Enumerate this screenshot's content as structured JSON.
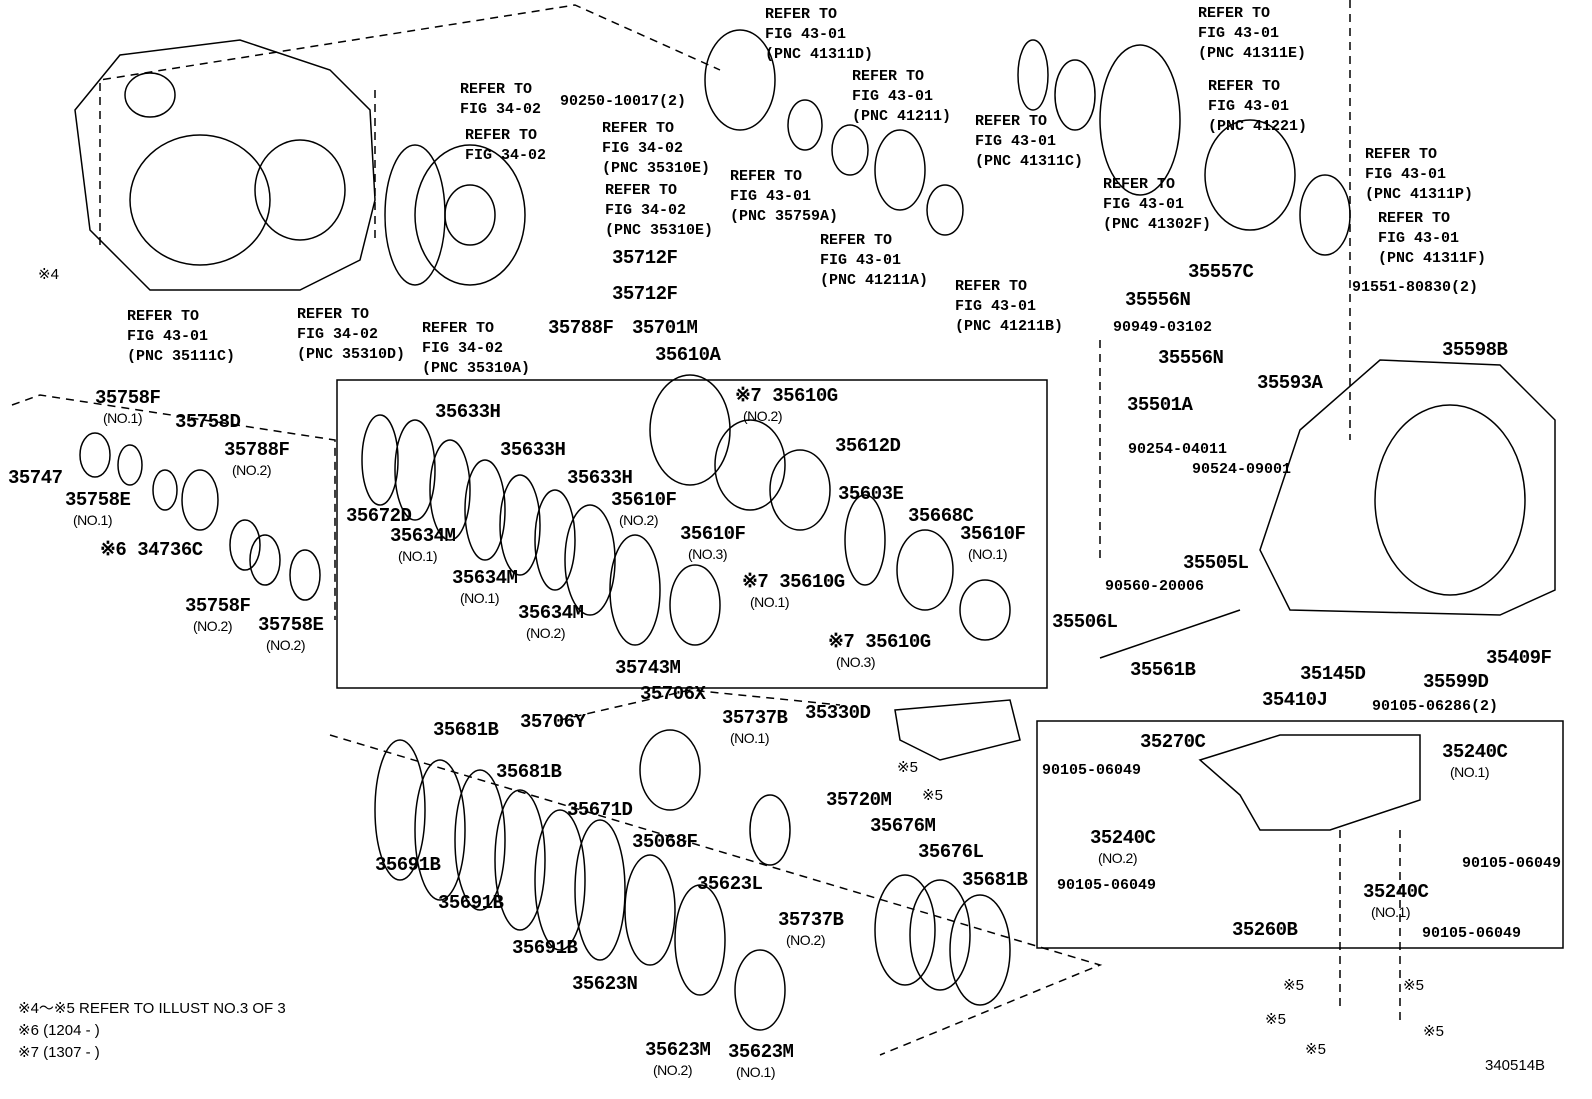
{
  "callouts": [
    {
      "lines": [
        "REFER TO",
        "FIG 34-02"
      ]
    },
    {
      "lines": [
        "REFER TO",
        "FIG 34-02"
      ]
    },
    {
      "lines": [
        "90250-10017(2)"
      ]
    },
    {
      "lines": [
        "REFER TO",
        "FIG 43-01",
        "(PNC 41311D)"
      ]
    },
    {
      "lines": [
        "REFER TO",
        "FIG 43-01",
        "(PNC 41211)"
      ]
    },
    {
      "lines": [
        "REFER TO",
        "FIG 34-02",
        "(PNC 35310E)"
      ]
    },
    {
      "lines": [
        "REFER TO",
        "FIG 34-02",
        "(PNC 35310E)"
      ]
    },
    {
      "lines": [
        "REFER TO",
        "FIG 43-01",
        "(PNC 35759A)"
      ]
    },
    {
      "lines": [
        "REFER TO",
        "FIG 43-01",
        "(PNC 41211A)"
      ]
    },
    {
      "lines": [
        "REFER TO",
        "FIG 43-01",
        "(PNC 41211B)"
      ]
    },
    {
      "lines": [
        "REFER TO",
        "FIG 43-01",
        "(PNC 35111C)"
      ]
    },
    {
      "lines": [
        "REFER TO",
        "FIG 34-02",
        "(PNC 35310D)"
      ]
    },
    {
      "lines": [
        "REFER TO",
        "FIG 34-02",
        "(PNC 35310A)"
      ]
    },
    {
      "lines": [
        "REFER TO",
        "FIG 43-01",
        "(PNC 41311E)"
      ]
    },
    {
      "lines": [
        "REFER TO",
        "FIG 43-01",
        "(PNC 41221)"
      ]
    },
    {
      "lines": [
        "REFER TO",
        "FIG 43-01",
        "(PNC 41311C)"
      ]
    },
    {
      "lines": [
        "REFER TO",
        "FIG 43-01",
        "(PNC 41302F)"
      ]
    },
    {
      "lines": [
        "REFER TO",
        "FIG 43-01",
        "(PNC 41311P)"
      ]
    },
    {
      "lines": [
        "REFER TO",
        "FIG 43-01",
        "(PNC 41311F)"
      ]
    },
    {
      "lines": [
        "91551-80830(2)"
      ]
    },
    {
      "lines": [
        "90949-03102"
      ]
    },
    {
      "lines": [
        "90254-04011"
      ]
    },
    {
      "lines": [
        "90524-09001"
      ]
    },
    {
      "lines": [
        "90560-20006"
      ]
    },
    {
      "lines": [
        "90105-06286(2)"
      ]
    },
    {
      "lines": [
        "90105-06049"
      ]
    },
    {
      "lines": [
        "90105-06049"
      ]
    },
    {
      "lines": [
        "90105-06049"
      ]
    },
    {
      "lines": [
        "90105-06049"
      ]
    },
    {
      "lines": [
        "35712F"
      ]
    },
    {
      "lines": [
        "35712F"
      ]
    },
    {
      "lines": [
        "35788F"
      ]
    },
    {
      "lines": [
        "35701M"
      ]
    },
    {
      "lines": [
        "35557C"
      ]
    },
    {
      "lines": [
        "35556N"
      ]
    },
    {
      "lines": [
        "35556N"
      ]
    },
    {
      "lines": [
        "35598B"
      ]
    },
    {
      "lines": [
        "35501A"
      ]
    },
    {
      "lines": [
        "35593A"
      ]
    },
    {
      "lines": [
        "35505L"
      ]
    },
    {
      "lines": [
        "35506L"
      ]
    },
    {
      "lines": [
        "35561B"
      ]
    },
    {
      "lines": [
        "35145D"
      ]
    },
    {
      "lines": [
        "35409F"
      ]
    },
    {
      "lines": [
        "35599D"
      ]
    },
    {
      "lines": [
        "35410J"
      ]
    },
    {
      "lines": [
        "35270C"
      ]
    },
    {
      "lines": [
        "35240C"
      ],
      "sub": "(NO.1)"
    },
    {
      "lines": [
        "35240C"
      ],
      "sub": "(NO.2)"
    },
    {
      "lines": [
        "35240C"
      ],
      "sub": "(NO.1)"
    },
    {
      "lines": [
        "35260B"
      ]
    },
    {
      "lines": [
        "35758F"
      ],
      "sub": "(NO.1)"
    },
    {
      "lines": [
        "35758D"
      ]
    },
    {
      "lines": [
        "35788F"
      ],
      "sub": "(NO.2)"
    },
    {
      "lines": [
        "35747"
      ]
    },
    {
      "lines": [
        "35758E"
      ],
      "sub": "(NO.1)"
    },
    {
      "lines": [
        "※6 34736C"
      ]
    },
    {
      "lines": [
        "35758F"
      ],
      "sub": "(NO.2)"
    },
    {
      "lines": [
        "35758E"
      ],
      "sub": "(NO.2)"
    },
    {
      "lines": [
        "35610A"
      ]
    },
    {
      "lines": [
        "※7 35610G"
      ],
      "sub": "(NO.2)"
    },
    {
      "lines": [
        "35633H"
      ]
    },
    {
      "lines": [
        "35633H"
      ]
    },
    {
      "lines": [
        "35633H"
      ]
    },
    {
      "lines": [
        "35612D"
      ]
    },
    {
      "lines": [
        "35610F"
      ],
      "sub": "(NO.2)"
    },
    {
      "lines": [
        "35610F"
      ],
      "sub": "(NO.3)"
    },
    {
      "lines": [
        "35603E"
      ]
    },
    {
      "lines": [
        "35668C"
      ]
    },
    {
      "lines": [
        "35610F"
      ],
      "sub": "(NO.1)"
    },
    {
      "lines": [
        "35672D"
      ]
    },
    {
      "lines": [
        "35634M"
      ],
      "sub": "(NO.1)"
    },
    {
      "lines": [
        "35634M"
      ],
      "sub": "(NO.1)"
    },
    {
      "lines": [
        "35634M"
      ],
      "sub": "(NO.2)"
    },
    {
      "lines": [
        "※7 35610G"
      ],
      "sub": "(NO.1)"
    },
    {
      "lines": [
        "※7 35610G"
      ],
      "sub": "(NO.3)"
    },
    {
      "lines": [
        "35743M"
      ]
    },
    {
      "lines": [
        "35330D"
      ]
    },
    {
      "lines": [
        "35681B"
      ]
    },
    {
      "lines": [
        "35706X"
      ]
    },
    {
      "lines": [
        "35706Y"
      ]
    },
    {
      "lines": [
        "35737B"
      ],
      "sub": "(NO.1)"
    },
    {
      "lines": [
        "35681B"
      ]
    },
    {
      "lines": [
        "35720M"
      ]
    },
    {
      "lines": [
        "35671D"
      ]
    },
    {
      "lines": [
        "35676M"
      ]
    },
    {
      "lines": [
        "35068F"
      ]
    },
    {
      "lines": [
        "35623L"
      ]
    },
    {
      "lines": [
        "35676L"
      ]
    },
    {
      "lines": [
        "35681B"
      ]
    },
    {
      "lines": [
        "35691B"
      ]
    },
    {
      "lines": [
        "35691B"
      ]
    },
    {
      "lines": [
        "35737B"
      ],
      "sub": "(NO.2)"
    },
    {
      "lines": [
        "35691B"
      ]
    },
    {
      "lines": [
        "35623N"
      ]
    },
    {
      "lines": [
        "35623M"
      ],
      "sub": "(NO.2)"
    },
    {
      "lines": [
        "35623M"
      ],
      "sub": "(NO.1)"
    },
    {
      "lines": [
        "※4"
      ]
    },
    {
      "lines": [
        "※5"
      ]
    },
    {
      "lines": [
        "※5"
      ]
    },
    {
      "lines": [
        "※5"
      ]
    },
    {
      "lines": [
        "※5"
      ]
    },
    {
      "lines": [
        "※5"
      ]
    },
    {
      "lines": [
        "※5"
      ]
    },
    {
      "lines": [
        "※5"
      ]
    }
  ],
  "footnotes": [
    "※4～※5 REFER TO ILLUST NO.3 OF 3",
    "※6 (1204 -        )",
    "※7 (1307 -        )"
  ],
  "illustration_code": "340514B"
}
